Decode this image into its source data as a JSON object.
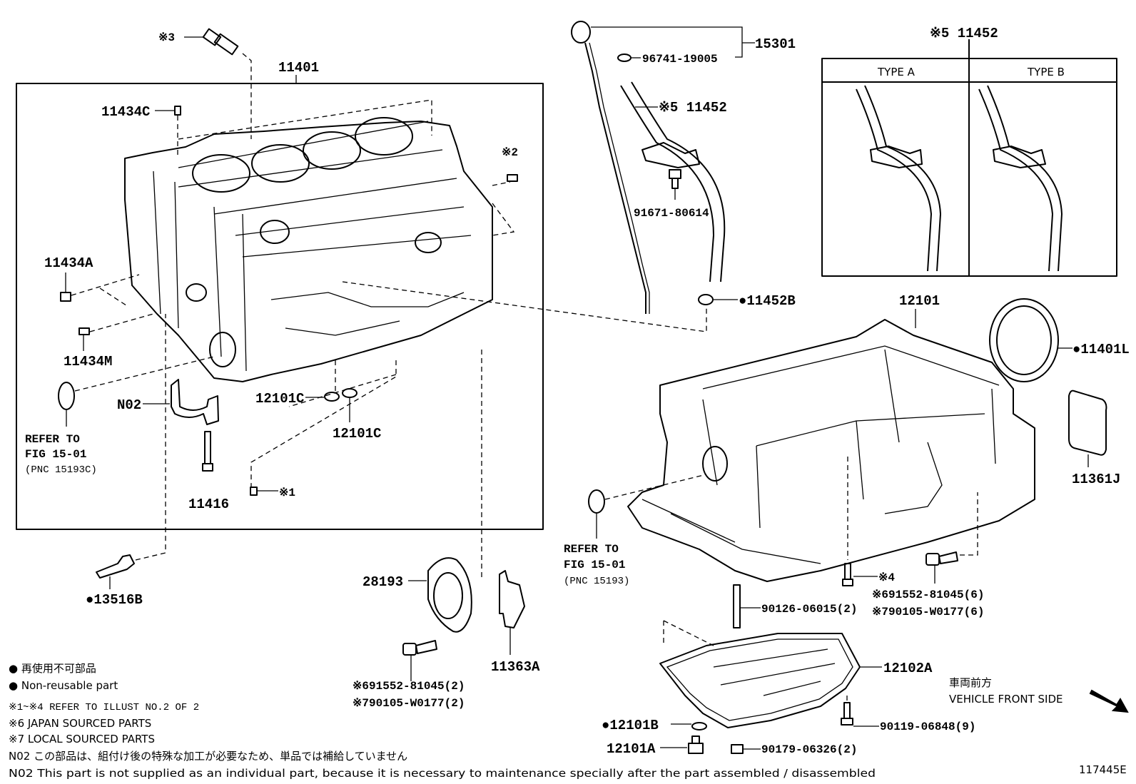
{
  "labels": {
    "p11401": "11401",
    "p11434C": "11434C",
    "p11434A": "11434A",
    "p11434M": "11434M",
    "n2": "※2",
    "n3": "※3",
    "n1": "※1",
    "N02": "N02",
    "p11416": "11416",
    "p12101C_a": "12101C",
    "p12101C_b": "12101C",
    "ref1_l1": "REFER TO",
    "ref1_l2": "FIG 15-01",
    "ref1_l3": "(PNC 15193C)",
    "p13516B": "●13516B",
    "p15301": "15301",
    "p96741": "96741-19005",
    "p11452_mid": "※5 11452",
    "p91671": "91671-80614",
    "p11452B": "●11452B",
    "p11452_box": "※5 11452",
    "typeA": "TYPE A",
    "typeB": "TYPE B",
    "p12101": "12101",
    "p11401L": "●11401L",
    "p11361J": "11361J",
    "ref2_l1": "REFER TO",
    "ref2_l2": "FIG 15-01",
    "ref2_l3": "(PNC 15193)",
    "n4": "※4",
    "b691552_r": "※691552-81045(6)",
    "b790105_r": "※790105-W0177(6)",
    "p90126": "90126-06015(2)",
    "p12102A": "12102A",
    "p90119": "90119-06848(9)",
    "p90179": "90179-06326(2)",
    "p12101B": "●12101B",
    "p12101A": "12101A",
    "p28193": "28193",
    "p11363A": "11363A",
    "b691552_l": "※691552-81045(2)",
    "b790105_l": "※790105-W0177(2)",
    "front_jp": "車両前方",
    "front_en": "VEHICLE FRONT SIDE",
    "fig_id": "117445E"
  },
  "legend": {
    "jp": "● 再使用不可部品",
    "en": "● Non-reusable part",
    "note1": "※1~※4 REFER TO ILLUST NO.2 OF 2",
    "note6": "※6 JAPAN SOURCED PARTS",
    "note7": "※7 LOCAL SOURCED PARTS",
    "n02_jp": "N02 この部品は、組付け後の特殊な加工が必要なため、単品では補給していません",
    "n02_en": "N02 This part is not supplied as an individual part, because it is necessary to maintenance specially after the part assembled / disassembled"
  }
}
